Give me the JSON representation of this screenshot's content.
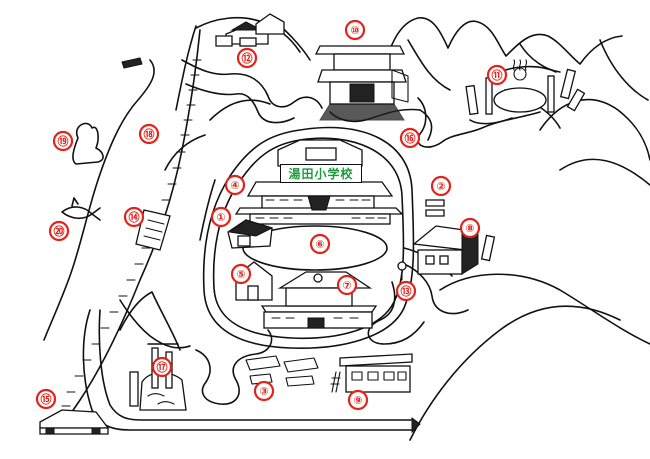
{
  "map": {
    "school_name": "湯田小学校",
    "markers": [
      {
        "id": "1",
        "label": "①"
      },
      {
        "id": "2",
        "label": "②"
      },
      {
        "id": "3",
        "label": "③"
      },
      {
        "id": "4",
        "label": "④"
      },
      {
        "id": "5",
        "label": "⑤"
      },
      {
        "id": "6",
        "label": "⑥"
      },
      {
        "id": "7",
        "label": "⑦"
      },
      {
        "id": "8",
        "label": "⑧"
      },
      {
        "id": "9",
        "label": "⑨"
      },
      {
        "id": "10",
        "label": "⑩"
      },
      {
        "id": "11",
        "label": "⑪"
      },
      {
        "id": "12",
        "label": "⑫"
      },
      {
        "id": "13",
        "label": "⑬"
      },
      {
        "id": "14",
        "label": "⑭"
      },
      {
        "id": "15",
        "label": "⑮"
      },
      {
        "id": "16",
        "label": "⑯"
      },
      {
        "id": "17",
        "label": "⑰"
      },
      {
        "id": "18",
        "label": "⑱"
      },
      {
        "id": "19",
        "label": "⑲"
      },
      {
        "id": "20",
        "label": "⑳"
      }
    ],
    "colors": {
      "marker": "#e2231a",
      "school_label": "#1a9b3a",
      "ink": "#111111"
    }
  }
}
